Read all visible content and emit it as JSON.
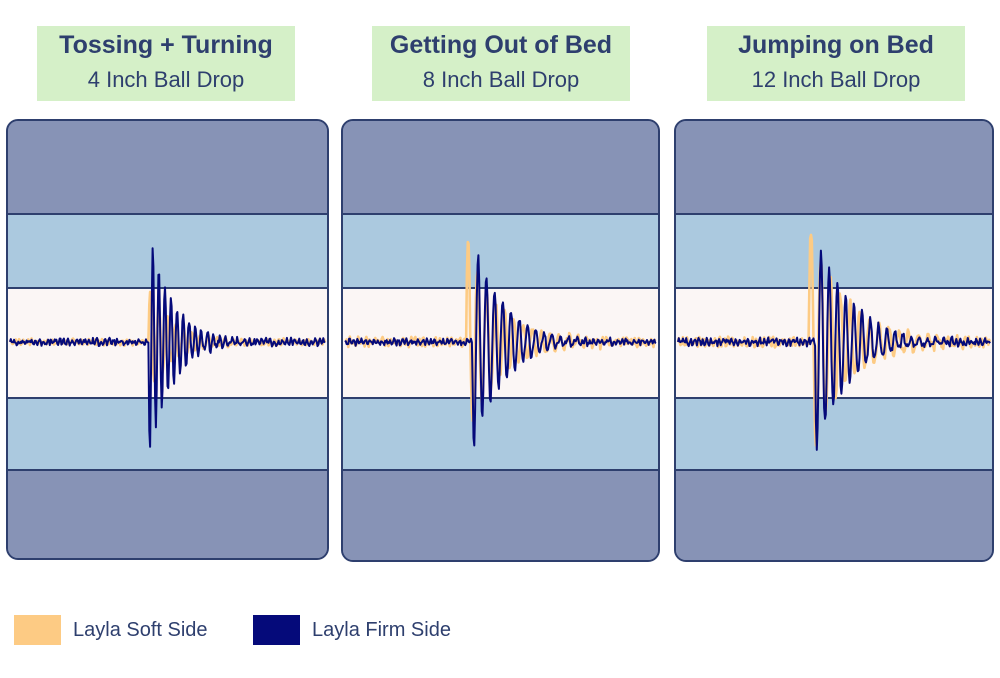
{
  "colors": {
    "soft": "#fdcb84",
    "firm": "#050a7a",
    "title_bg": "#d5f0c8",
    "outer_band": "#8793b6",
    "mid_band": "#abc9df",
    "center_band": "#fbf6f5",
    "text": "#2e3f6e"
  },
  "legend": {
    "items": [
      {
        "label": "Layla Soft Side",
        "color": "#fdcb84"
      },
      {
        "label": "Layla Firm Side",
        "color": "#050a7a"
      }
    ]
  },
  "chart_data": [
    {
      "type": "line",
      "title": "Tossing + Turning",
      "subtitle": "4 Inch Ball Drop",
      "xlabel": "",
      "ylabel": "",
      "grid": false,
      "legend": "bottom-left",
      "series": [
        {
          "name": "Layla Soft Side",
          "impulse_t": 0.44,
          "amplitude": 0.42,
          "omega": 95,
          "decay": 11,
          "noise": 0.03
        },
        {
          "name": "Layla Firm Side",
          "impulse_t": 0.44,
          "amplitude": 1.0,
          "omega": 130,
          "decay": 14,
          "noise": 0.035
        }
      ]
    },
    {
      "type": "line",
      "title": "Getting Out of Bed",
      "subtitle": "8 Inch Ball Drop",
      "xlabel": "",
      "ylabel": "",
      "grid": false,
      "legend": "bottom-left",
      "series": [
        {
          "name": "Layla Soft Side",
          "impulse_t": 0.39,
          "amplitude": 0.85,
          "omega": 85,
          "decay": 9,
          "noise": 0.045
        },
        {
          "name": "Layla Firm Side",
          "impulse_t": 0.41,
          "amplitude": 0.95,
          "omega": 95,
          "decay": 11,
          "noise": 0.03
        }
      ]
    },
    {
      "type": "line",
      "title": "Jumping on Bed",
      "subtitle": "12 Inch Ball Drop",
      "xlabel": "",
      "ylabel": "",
      "grid": false,
      "legend": "bottom-left",
      "series": [
        {
          "name": "Layla Soft Side",
          "impulse_t": 0.42,
          "amplitude": 1.0,
          "omega": 80,
          "decay": 8,
          "noise": 0.045
        },
        {
          "name": "Layla Firm Side",
          "impulse_t": 0.44,
          "amplitude": 1.0,
          "omega": 95,
          "decay": 10,
          "noise": 0.035
        }
      ]
    }
  ]
}
